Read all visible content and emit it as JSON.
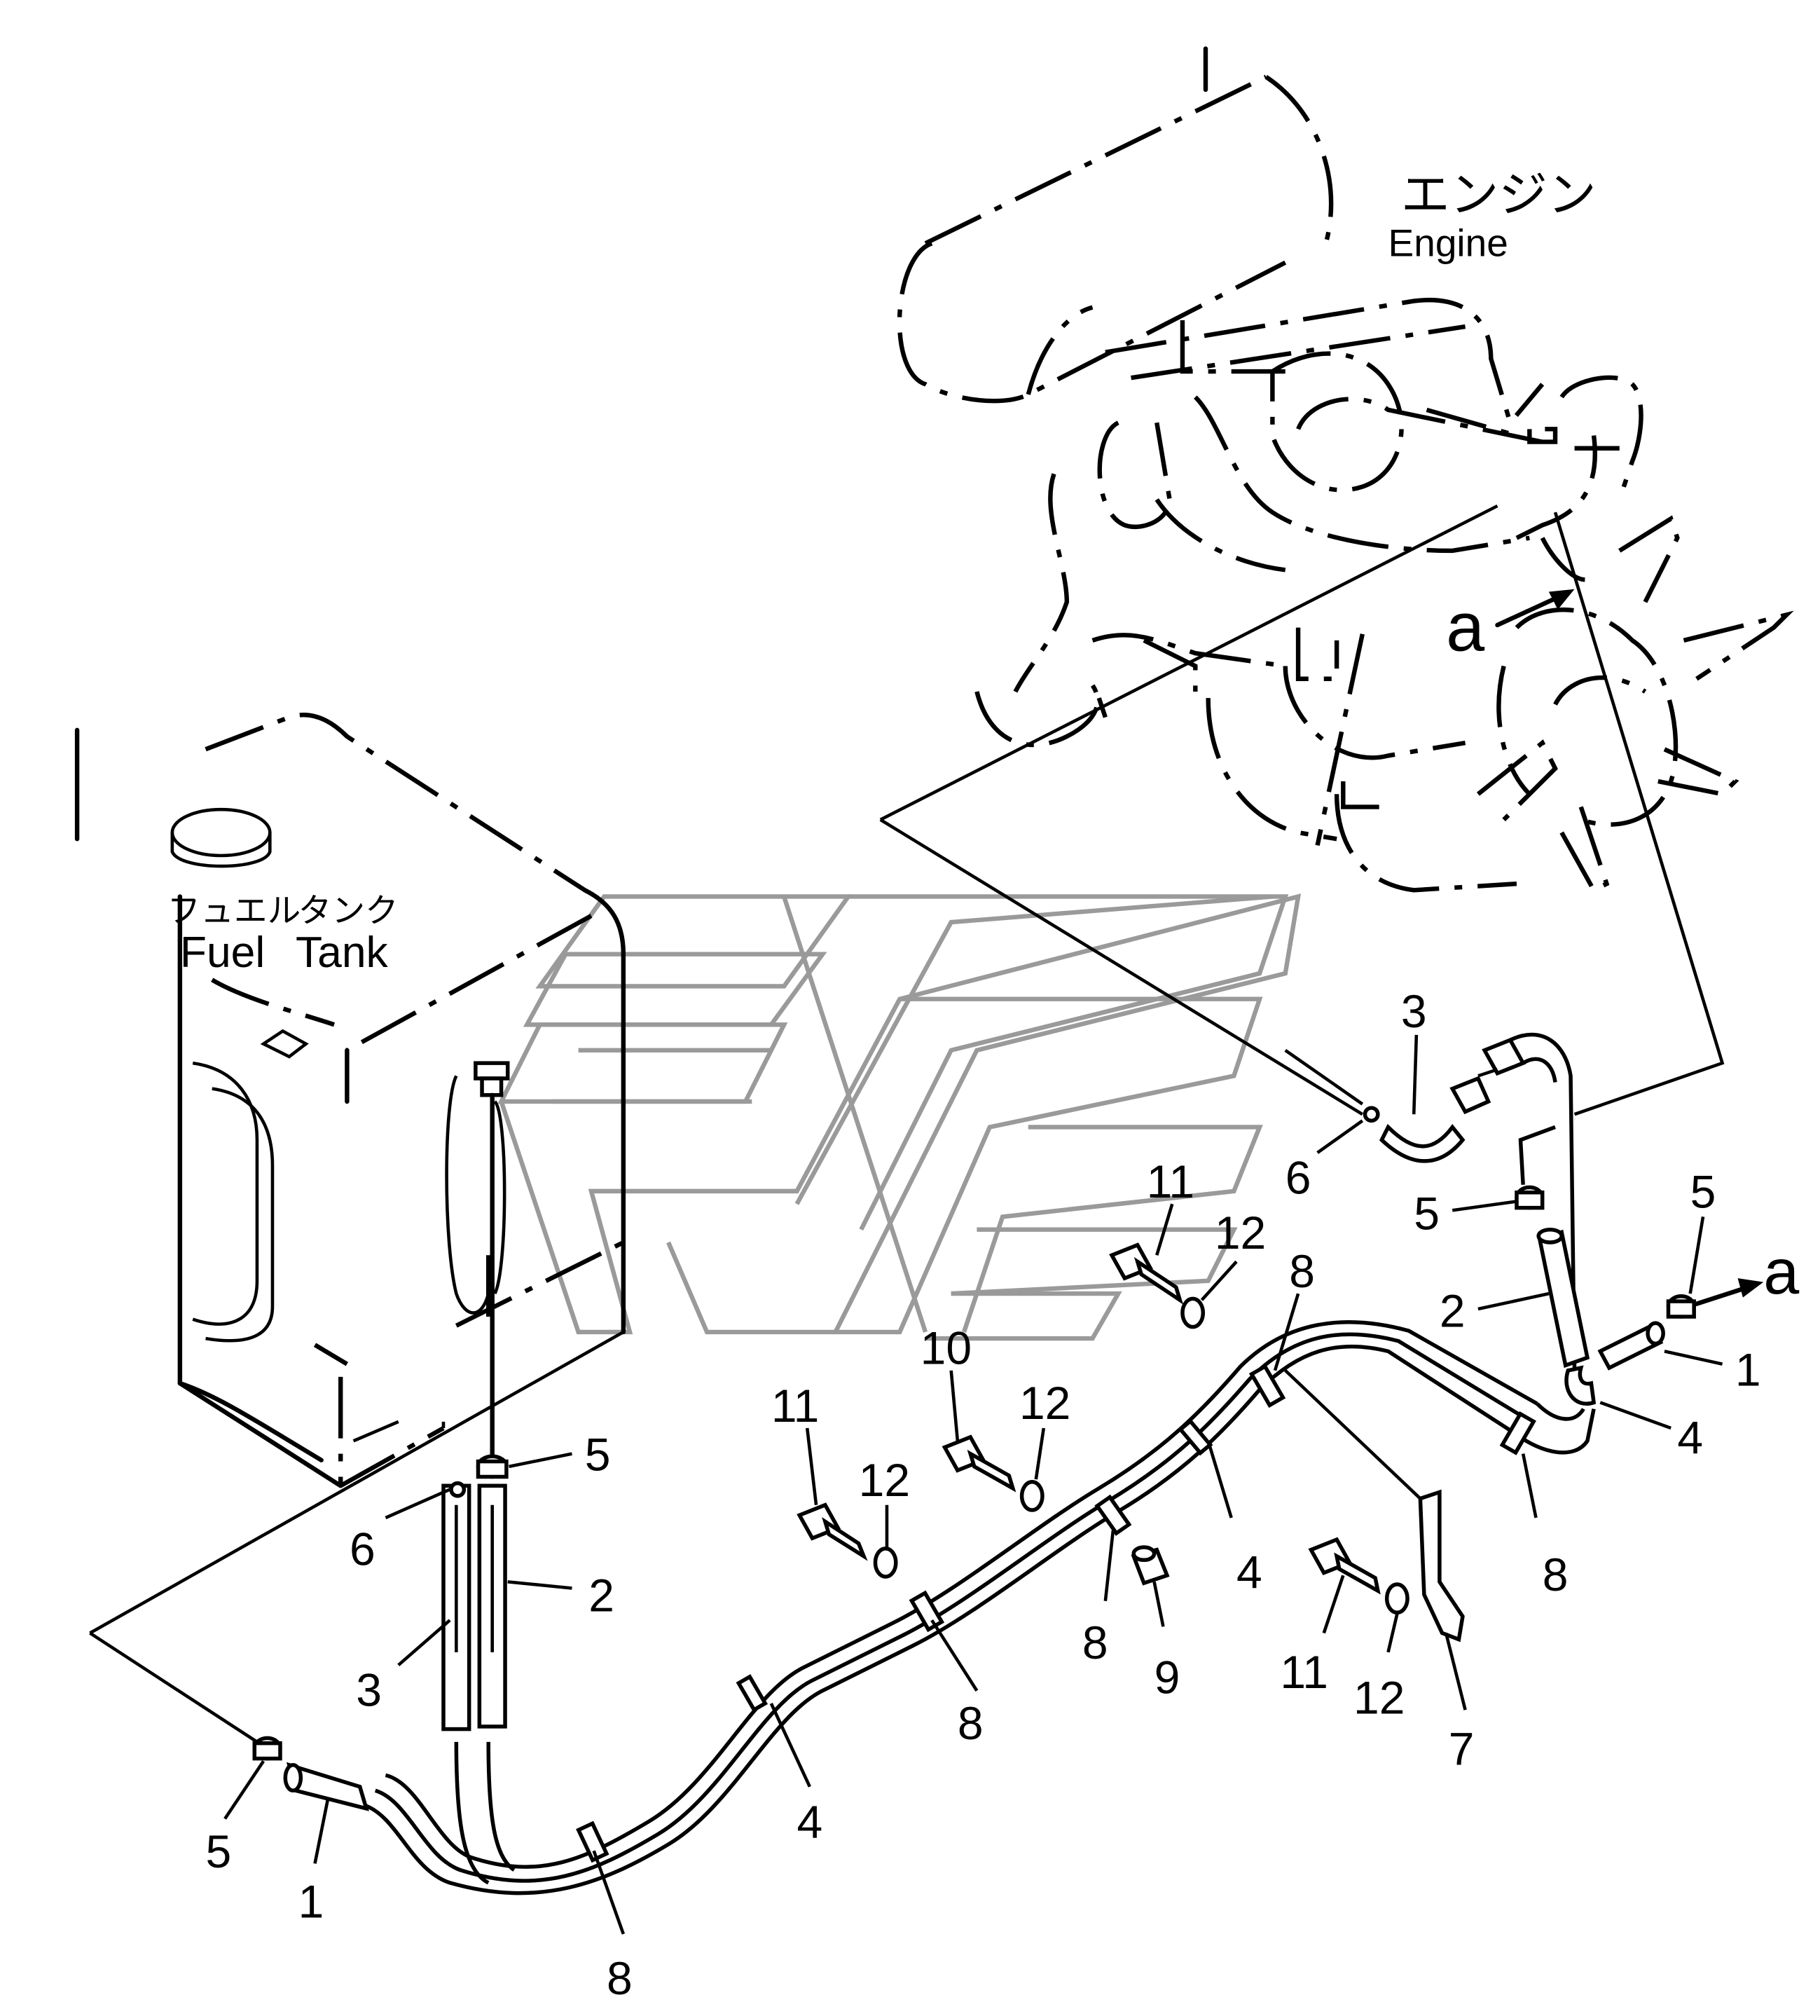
{
  "labels": {
    "engine_jp": "エンジン",
    "engine_en": "Engine",
    "fuel_jp": "フュエル",
    "tank_jp": "タンク",
    "fuel_en": "Fuel",
    "tank_en": "Tank",
    "view_ref": "a",
    "view_ref_right": "a"
  },
  "callouts": [
    {
      "num": "3"
    },
    {
      "num": "6"
    },
    {
      "num": "5"
    },
    {
      "num": "2"
    },
    {
      "num": "5"
    },
    {
      "num": "1"
    },
    {
      "num": "4"
    },
    {
      "num": "8"
    },
    {
      "num": "11"
    },
    {
      "num": "12"
    },
    {
      "num": "8"
    },
    {
      "num": "10"
    },
    {
      "num": "12"
    },
    {
      "num": "11"
    },
    {
      "num": "12"
    },
    {
      "num": "5"
    },
    {
      "num": "6"
    },
    {
      "num": "2"
    },
    {
      "num": "3"
    },
    {
      "num": "4"
    },
    {
      "num": "8"
    },
    {
      "num": "9"
    },
    {
      "num": "8"
    },
    {
      "num": "11"
    },
    {
      "num": "12"
    },
    {
      "num": "7"
    },
    {
      "num": "4"
    },
    {
      "num": "5"
    },
    {
      "num": "1"
    },
    {
      "num": "8"
    }
  ]
}
